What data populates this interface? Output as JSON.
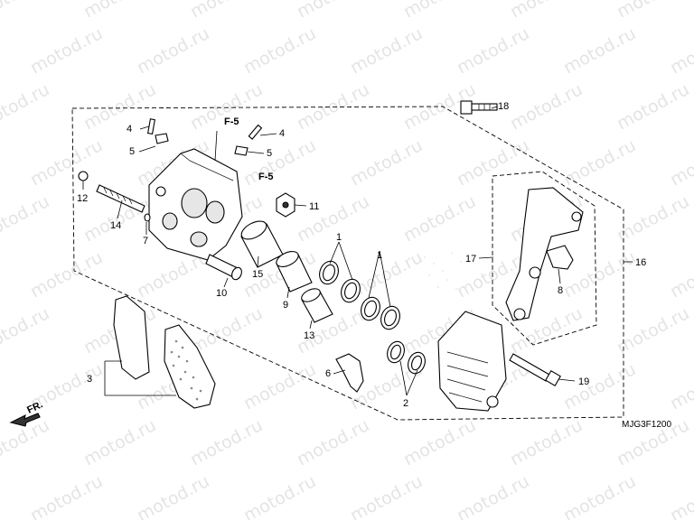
{
  "watermark": "motod.ru",
  "drawing_code": "MJG3F1200",
  "front_marker": "FR.",
  "refs": {
    "f5_top": "F-5",
    "f5_mid": "F-5"
  },
  "callouts": {
    "c1a": "1",
    "c1b": "1",
    "c2": "2",
    "c3": "3",
    "c4a": "4",
    "c4b": "4",
    "c5a": "5",
    "c5b": "5",
    "c6": "6",
    "c7": "7",
    "c8": "8",
    "c9": "9",
    "c10": "10",
    "c11": "11",
    "c12": "12",
    "c13": "13",
    "c14": "14",
    "c15": "15",
    "c16": "16",
    "c17": "17",
    "c18": "18",
    "c19": "19"
  }
}
